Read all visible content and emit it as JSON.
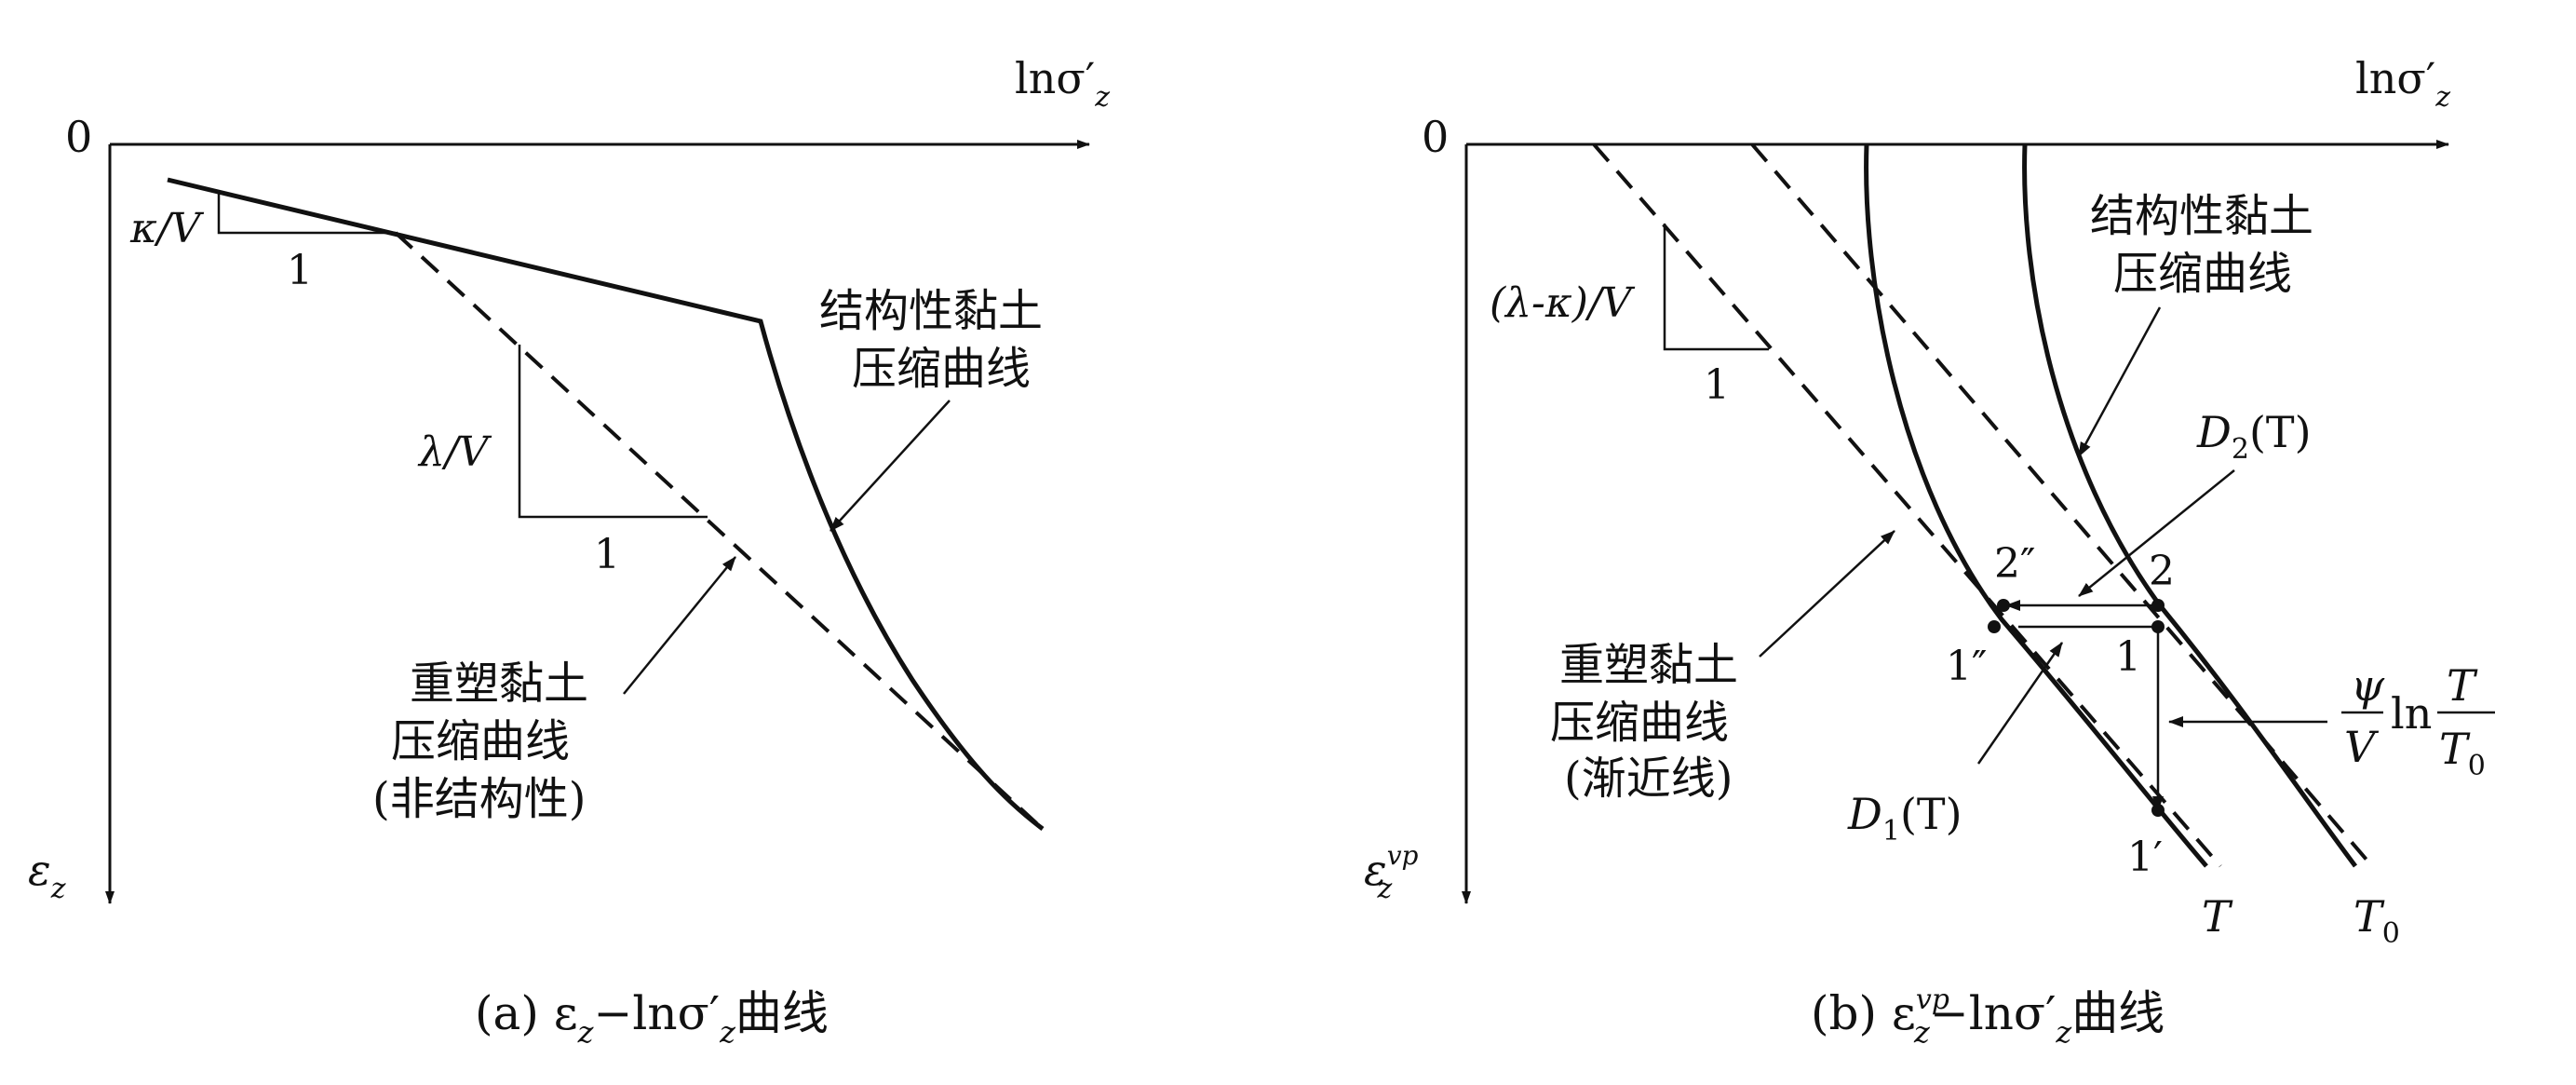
{
  "panel_a": {
    "origin_label": "0",
    "x_axis_label": "lnσ′",
    "x_axis_sub": "z",
    "y_axis_label": "ε",
    "y_axis_sub": "z",
    "slope_kappa_label": "κ/V",
    "slope_kappa_run": "1",
    "slope_lambda_label": "λ/V",
    "slope_lambda_run": "1",
    "structured_line1": "结构性黏土",
    "structured_line2": "压缩曲线",
    "remolded_line1": "重塑黏土",
    "remolded_line2": "压缩曲线",
    "remolded_line3": "(非结构性)",
    "caption_prefix": "(a) ε",
    "caption_sub": "z",
    "caption_mid": "−lnσ′",
    "caption_sub2": "z",
    "caption_suffix": "曲线"
  },
  "panel_b": {
    "origin_label": "0",
    "x_axis_label": "lnσ′",
    "x_axis_sub": "z",
    "y_axis_label": "ε",
    "y_axis_sup": "vp",
    "y_axis_sub": "z",
    "slope_label": "(λ-κ)/V",
    "slope_run": "1",
    "structured_line1": "结构性黏土",
    "structured_line2": "压缩曲线",
    "d2_label": "D",
    "d2_sub": "2",
    "d2_arg": "(T)",
    "d1_label": "D",
    "d1_sub": "1",
    "d1_arg": "(T)",
    "point_2pp": "2″",
    "point_2": "2",
    "point_1pp": "1″",
    "point_1": "1",
    "point_1p": "1′",
    "remolded_line1": "重塑黏土",
    "remolded_line2": "压缩曲线",
    "remolded_line3": "(渐近线)",
    "formula_num": "ψ",
    "formula_den": "V",
    "formula_ln": "ln",
    "formula_T": "T",
    "formula_T0": "T",
    "formula_T0_sub": "0",
    "curve_T_label": "T",
    "curve_T0_label": "T",
    "curve_T0_sub": "0",
    "caption_prefix": "(b) ε",
    "caption_sup": "vp",
    "caption_sub": "z",
    "caption_mid": "−lnσ′",
    "caption_sub2": "z",
    "caption_suffix": "曲线"
  }
}
